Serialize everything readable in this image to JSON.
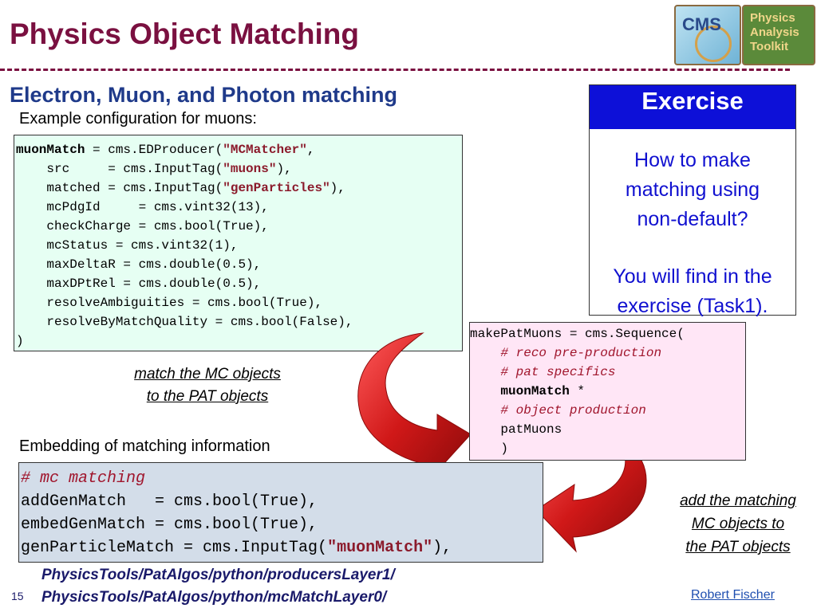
{
  "title": "Physics Object Matching",
  "logos": {
    "cms": "CMS",
    "pat": "Physics\nAnalysis\nToolkit"
  },
  "subtitle": "Electron, Muon, and Photon matching",
  "example_label": "Example configuration for muons:",
  "code1": {
    "l0_kw": "muonMatch",
    "l0_a": " = cms.EDProducer(",
    "l0_s": "\"MCMatcher\"",
    "l0_b": ",",
    "l1_a": "    src     = cms.InputTag(",
    "l1_s": "\"muons\"",
    "l1_b": "),",
    "l2_a": "    matched = cms.InputTag(",
    "l2_s": "\"genParticles\"",
    "l2_b": "),",
    "l3": "    mcPdgId     = cms.vint32(13),",
    "l4": "    checkCharge = cms.bool(True),",
    "l5": "    mcStatus = cms.vint32(1),",
    "l6": "    maxDeltaR = cms.double(0.5),",
    "l7": "    maxDPtRel = cms.double(0.5),",
    "l8": "    resolveAmbiguities = cms.bool(True),",
    "l9": "    resolveByMatchQuality = cms.bool(False),",
    "l10": ")"
  },
  "code2": {
    "l0": "makePatMuons = cms.Sequence(",
    "l1": "    # reco pre-production",
    "l2": "    # pat specifics",
    "l3_kw": "    muonMatch",
    "l3_b": " *",
    "l4": "    # object production",
    "l5": "    patMuons",
    "l6": "    )"
  },
  "note_match": {
    "line1": "match the MC objects ",
    "line2": "to the PAT objects"
  },
  "embed_label": "Embedding of matching information",
  "code3": {
    "l0": "# mc matching",
    "l1": "addGenMatch   = cms.bool(True),",
    "l2": "embedGenMatch = cms.bool(True),",
    "l3_a": "genParticleMatch = cms.InputTag(",
    "l3_s": "\"muonMatch\"",
    "l3_b": "),"
  },
  "note_add": {
    "line1": "add the matching",
    "line2": "MC objects to",
    "line3": "the PAT objects"
  },
  "exercise": {
    "heading": "Exercise",
    "line1": "How to make",
    "line2": "matching using",
    "line3": "non-default?",
    "line4": "You will find in the",
    "line5": "exercise (Task1)."
  },
  "paths": {
    "p1": "PhysicsTools/PatAlgos/python/producersLayer1/",
    "p2": "PhysicsTools/PatAlgos/python/mcMatchLayer0/"
  },
  "page_number": "15",
  "author": "Robert Fischer",
  "colors": {
    "title": "#7a1040",
    "subtitle": "#1f3a8a",
    "exercise_header": "#0d10d8",
    "arrow": "#c81818"
  }
}
